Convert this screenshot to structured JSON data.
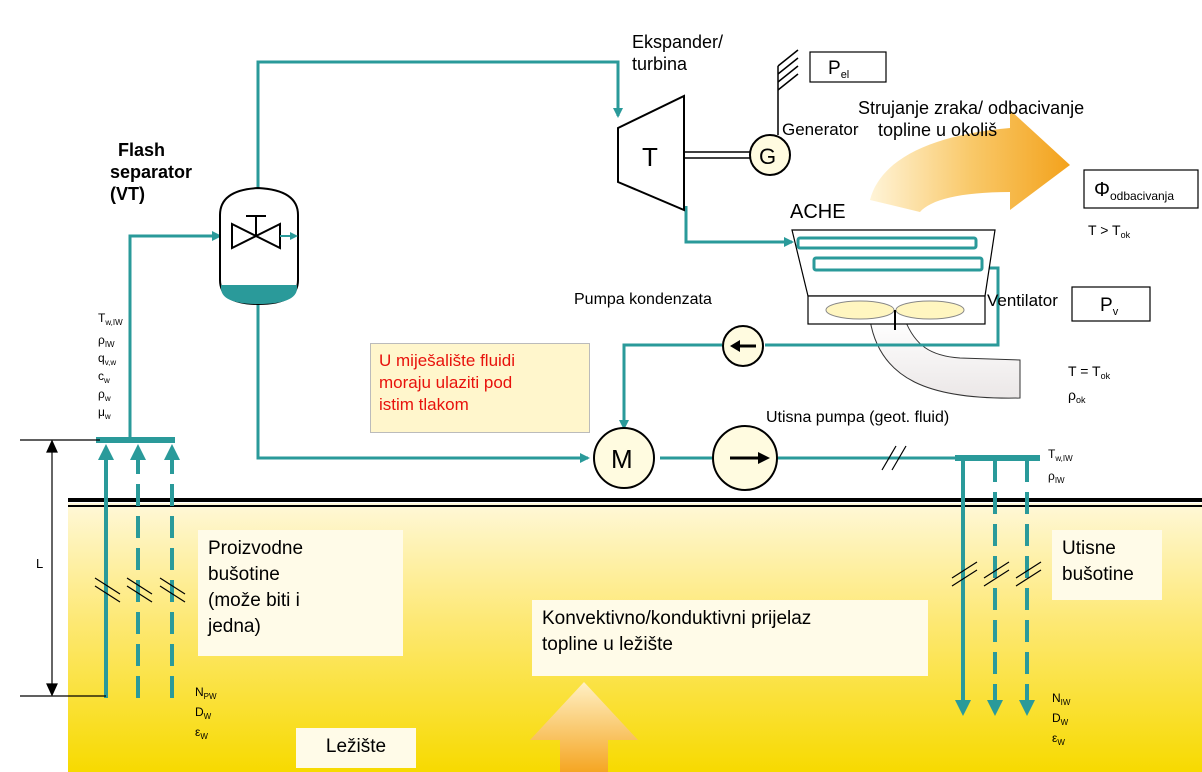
{
  "labels": {
    "expander": [
      "Ekspander/",
      "turbina"
    ],
    "turbine_letter": "T",
    "generator_letter": "G",
    "generator": "Generator",
    "p_el": {
      "main": "P",
      "sub": "el"
    },
    "air_flow": [
      "Strujanje zraka/ odbacivanje",
      "topline u okoliš"
    ],
    "phi": {
      "main": "Φ",
      "sub": "odbacivanja"
    },
    "t_gt": {
      "main": "T > T",
      "sub": "ok"
    },
    "ache": "ACHE",
    "ventilator": "Ventilator",
    "p_v": {
      "main": "P",
      "sub": "v"
    },
    "t_eq": {
      "main": "T = T",
      "sub": "ok"
    },
    "rho_ok": {
      "main": "ρ",
      "sub": "ok"
    },
    "condensate_pump": "Pumpa kondenzata",
    "flash": [
      "Flash",
      "separator",
      "(VT)"
    ],
    "prod_params": [
      {
        "main": "T",
        "sub": "w,IW"
      },
      {
        "main": "ρ",
        "sub": "IW"
      },
      {
        "main": "q",
        "sub": "v,w"
      },
      {
        "main": "c",
        "sub": "w"
      },
      {
        "main": "ρ",
        "sub": "w"
      },
      {
        "main": "μ",
        "sub": "w"
      }
    ],
    "mixer_note": [
      "U miješalište fluidi",
      "moraju ulaziti pod",
      "istim tlakom"
    ],
    "mixer_letter": "M",
    "injection_pump": "Utisna pumpa (geot. fluid)",
    "inj_params": [
      {
        "main": "T",
        "sub": "w,IW"
      },
      {
        "main": "ρ",
        "sub": "IW"
      }
    ],
    "length": "L",
    "production_wells": [
      "Proizvodne",
      "bušotine",
      "(može biti i",
      "jedna)"
    ],
    "injection_wells": [
      "Utisne",
      "bušotine"
    ],
    "heat_transfer": [
      "Konvektivno/konduktivni prijelaz",
      "topline u ležište"
    ],
    "reservoir": "Ležište",
    "prod_bottom_params": [
      {
        "main": "N",
        "sub": "PW"
      },
      {
        "main": "D",
        "sub": "W"
      },
      {
        "main": "ε",
        "sub": "W"
      }
    ],
    "inj_bottom_params": [
      {
        "main": "N",
        "sub": "IW"
      },
      {
        "main": "D",
        "sub": "W"
      },
      {
        "main": "ε",
        "sub": "W"
      }
    ]
  },
  "colors": {
    "pipe": "#2a9a9a",
    "ground_top": "#fff7d0",
    "ground_bottom": "#fbe000",
    "note_text": "#e8120c",
    "heat_arrow": "#f5a623",
    "air_arrow": "#f2f0f0"
  }
}
